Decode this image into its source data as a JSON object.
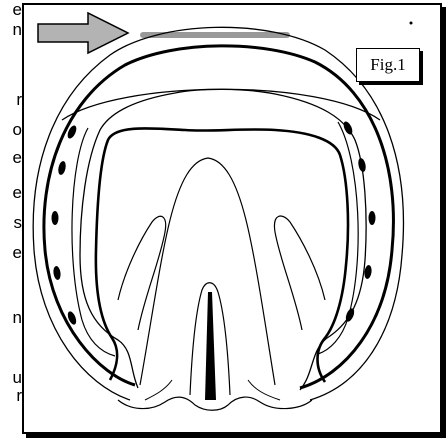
{
  "figure": {
    "label": "Fig.1",
    "colors": {
      "outline": "#000000",
      "arrow": "#b3b3b3",
      "bar": "#999999",
      "nail_holes": "#000000"
    },
    "icons": [
      "arrow-right-icon"
    ]
  },
  "margin_text": [
    "e",
    "n",
    "r",
    "o",
    "e",
    "e",
    "s",
    "e",
    "n",
    "u",
    "r"
  ]
}
